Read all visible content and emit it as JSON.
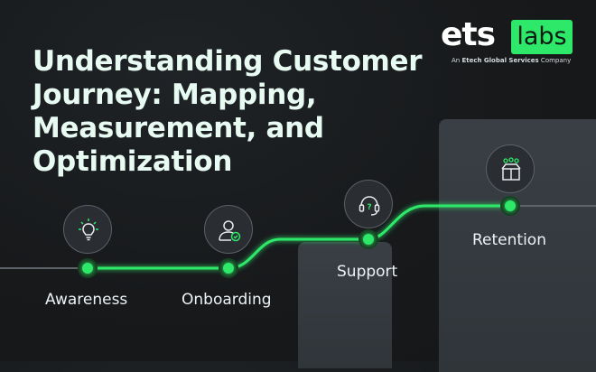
{
  "title": {
    "line1": "Understanding Customer",
    "line2": "Journey: Mapping,",
    "line3": "Measurement, and",
    "line4": "Optimization"
  },
  "logo": {
    "ets": "ets",
    "labs": "labs",
    "tagline_prefix": "An ",
    "tagline_bold": "Etech Global Services",
    "tagline_suffix": " Company"
  },
  "stages": [
    {
      "label": "Awareness",
      "icon": "lightbulb-icon"
    },
    {
      "label": "Onboarding",
      "icon": "user-check-icon"
    },
    {
      "label": "Support",
      "icon": "headset-icon"
    },
    {
      "label": "Retention",
      "icon": "gift-box-icon"
    }
  ],
  "colors": {
    "accent": "#2ee86a",
    "background": "#17191b",
    "title_text": "#e8fbf2"
  }
}
